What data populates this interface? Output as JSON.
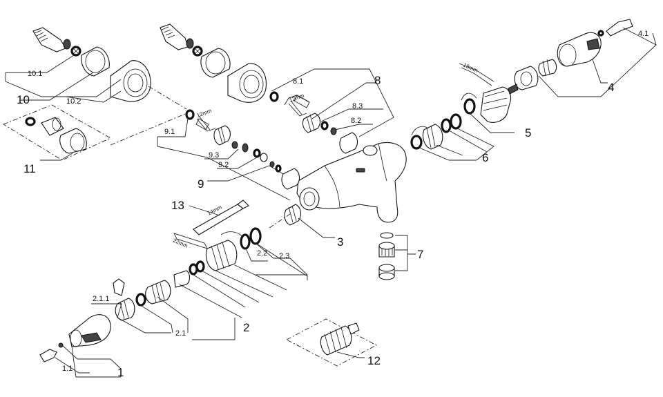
{
  "labels": {
    "l1": "1",
    "l1_1": "1.1",
    "l2": "2",
    "l2_1": "2.1",
    "l2_1_1": "2.1.1",
    "l2_2": "2.2",
    "l2_3": "2.3",
    "l3": "3",
    "l4": "4",
    "l4_1": "4.1",
    "l5": "5",
    "l6": "6",
    "l7": "7",
    "l8": "8",
    "l8_1": "8.1",
    "l8_2": "8.2",
    "l8_3": "8.3",
    "l9": "9",
    "l9_1": "9.1",
    "l9_2": "9.2",
    "l9_3": "9.3",
    "l10": "10",
    "l10_1": "10.1",
    "l10_2": "10.2",
    "l11": "11",
    "l12": "12",
    "l13": "13"
  },
  "tools": {
    "t12a": "12mm",
    "t12b": "12mm",
    "t19": "19mm",
    "t22": "22mm",
    "t14": "14mm"
  }
}
